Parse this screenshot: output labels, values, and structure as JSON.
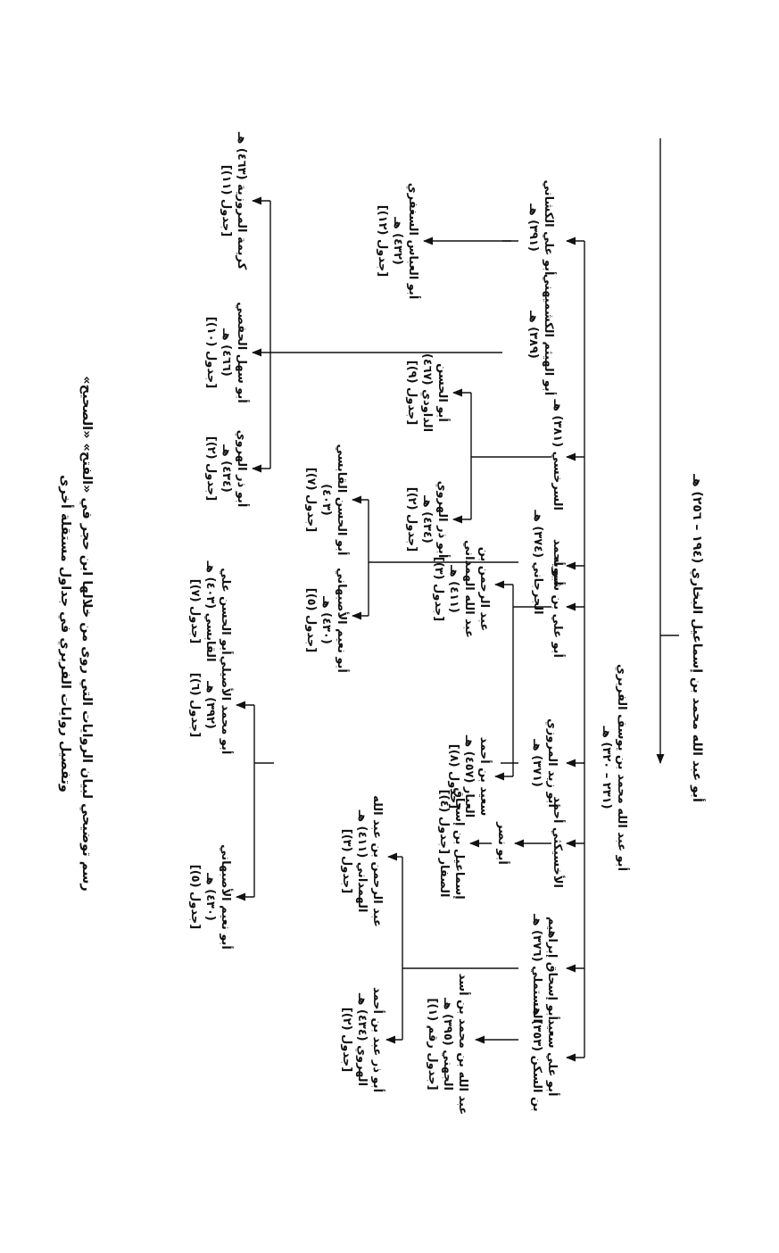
{
  "nodes": {
    "root": [
      "أبو عبد الله محمد بن إسماعيل البخاري (١٩٤ – ٢٥٦) هـ"
    ],
    "firabri": [
      "أبو عبد الله محمد بن يوسف الفربري",
      "(٢٣١ – ٣٢٠) هـ"
    ],
    "abu_ali_saeed": [
      "أبو علي سعيد",
      "بن السكن (٣٥٣) هـ"
    ],
    "abdullah_asad": [
      "عبد الله بن محمد بن أسد",
      "الجهني (٣٩٥) هـ",
      "[جدول رقم (١)]"
    ],
    "mustamli": [
      "أبو إسحاق إبراهيم",
      "المستملي (٣٧٦) هـ"
    ],
    "abdulrahman_a": [
      "عبد الرحمن بن عبد الله",
      "الهمداني (٤١١) هـ",
      "[جدول (٣)]"
    ],
    "abu_dhar_a": [
      "أبو ذر عبد بن أحمد",
      "الهروي (٤٣٤) هـ",
      "[جدول (٢)]"
    ],
    "akhsikathi": [
      "الأخسيكثي أحمد"
    ],
    "abu_nasr": [
      "أبو نصر"
    ],
    "ismail_ishaq": [
      "إسماعيل بن إسحاق",
      "الصفار [جدول (٤)]"
    ],
    "marwazi": [
      "أبو زيد المروزي",
      "(٣٧١) هـ"
    ],
    "asili": [
      "أبو محمد الأصيلي",
      "(٣٩٢) هـ",
      "[جدول (٦)]"
    ],
    "nuaym_a": [
      "أبو نعيم الأصبهاني",
      "(٤٣٠) هـ",
      "[جدول (٥)]"
    ],
    "saeed_ahmad": [
      "سعيد بن أحمد",
      "العيار (٤٥٧) هـ",
      "[جدول (٨)]"
    ],
    "ibn_shabbuya": [
      "أبو علي بن شبويه"
    ],
    "abdulrahman_b": [
      "عبد الرحمن بن",
      "عبد الله الهمداني",
      "(٤١١) هـ",
      "[جدول (٣)]"
    ],
    "abu_ahmad": [
      "أبو أحمد"
    ],
    "jurjani": [
      "الجرجاني (٣٧٤) هـ"
    ],
    "qabisi_a": [
      "أبو الحسن علي",
      "القابسي (٤٠٣) هـ",
      "[جدول (٧)]"
    ],
    "nuaym_b": [
      "أبو نعيم الأصبهاني",
      "(٤٣٠) هـ",
      "[جدول (٥)]"
    ],
    "qabisi_b": [
      "أبو الحسن القابسي",
      "(٤٠٣)",
      "[جدول (٧)]"
    ],
    "sarakhsi": [
      "السرخسي (٣٨١) هـ"
    ],
    "abu_dhar_b": [
      "أبو ذر الهروي",
      "(٤٣٤) هـ",
      "[جدول (٢)]"
    ],
    "dawudi": [
      "أبو الحسن",
      "الداودي (٤٦٧)",
      "[جدول (٩)]"
    ],
    "kushmihani": [
      "أبو الهيثم الكشميهني",
      "(٣٨٩) هـ"
    ],
    "abu_dhar_c": [
      "أبو ذر الهروي",
      "(٤٣٤) هـ",
      "[جدول (٢)]"
    ],
    "hafsi": [
      "أبو سهل الحفصي",
      "(٤٦٦) هـ",
      "[جدول (١٠)]"
    ],
    "karima": [
      "كريمة المروزية (٤٦٣) هـ",
      "[جدول (١١)]"
    ],
    "kushani": [
      "أبو علي الكشاني",
      "(٣٩١) هـ"
    ],
    "saghani": [
      "أبو العباس السغفري",
      "(٤٣٢) هـ",
      "[جدول (١٢)]"
    ]
  },
  "caption": [
    "رسم توضيحي لبيان الروايات التي روى من خلالها ابن حجر في «الفتح» «الصحيح»",
    "وتفصيل روايات الفربري في جداول مستقلة أخرى"
  ]
}
